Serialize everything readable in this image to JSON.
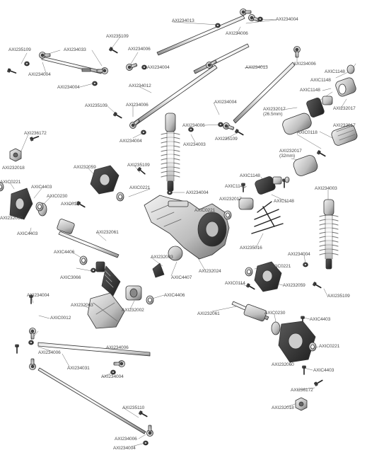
{
  "labels": {
    "l01": "AXI234013",
    "l02": "AXI234004",
    "l03": "AXI235109",
    "l04": "AXI234006",
    "l05": "AXI234033",
    "l06": "AXI235109",
    "l07": "AXI234004",
    "l08": "AXI234006",
    "l09": "AXI234004",
    "l10": "AXI234004",
    "l11": "AXI234013",
    "l12": "AXI234006",
    "l13": "AXIC1148",
    "l14": "AXIC1148",
    "l15": "AXIC1148",
    "l16": "AXI234012",
    "l17": "AXI232017",
    "l18": "AXI235109",
    "l19": "AXI234006",
    "l20": "AXI234004",
    "l21": "AXI232017",
    "l22": "(26.5mm)",
    "l23": "AXI232017",
    "l24": "AXI234006",
    "l25": "AXI236172",
    "l26": "AXI234004",
    "l27": "AXI234003",
    "l28": "AXI235109",
    "l29": "AXIC0118",
    "l30": "AXI232018",
    "l31": "AXI232059",
    "l32": "AXI235109",
    "l33": "AXI232017",
    "l34": "(32mm)",
    "l35": "AXIC0221",
    "l36": "AXIC4403",
    "l37": "AXIC0221",
    "l38": "AXIC0230",
    "l39": "AXI234004",
    "l40": "AXIC1148",
    "l41": "AXIC1148",
    "l42": "AXI234003",
    "l43": "AXI232060",
    "l44": "AXIC0114",
    "l45": "AXI232017",
    "l46": "AXIC1148",
    "l47": "AXIC0221",
    "l48": "AXIC4403",
    "l49": "AXI232061",
    "l50": "AXI235016",
    "l51": "AXIC4406",
    "l52": "AXI232003",
    "l53": "AXIC4407",
    "l54": "AXI234004",
    "l55": "AXIC3066",
    "l56": "AXI232024",
    "l57": "AXIC0221",
    "l58": "AXIC0114",
    "l59": "AXI232059",
    "l60": "AXI234004",
    "l61": "AXI232063",
    "l62": "AXIC4406",
    "l63": "AXI232002",
    "l64": "AXI235109",
    "l65": "AXIC0012",
    "l66": "AXI232061",
    "l67": "AXIC0230",
    "l68": "AXIC4403",
    "l69": "AXI234006",
    "l70": "AXI234006",
    "l71": "AXI234031",
    "l72": "AXI234004",
    "l73": "AXIC0221",
    "l74": "AXI232060",
    "l75": "AXIC4403",
    "l76": "AXI236172",
    "l77": "AXI235110",
    "l78": "AXI232018",
    "l79": "AXI234006",
    "l80": "AXI234004"
  }
}
